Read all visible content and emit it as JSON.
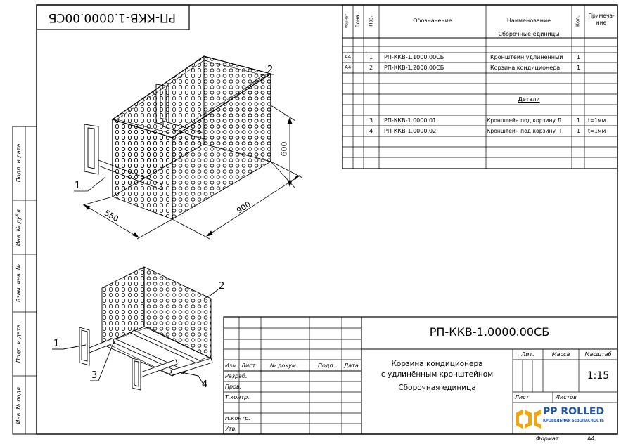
{
  "top_stamp": "РП-ККВ-1.0000.00СБ",
  "side_labels": [
    "Подп. и дата",
    "Инв. № дубл.",
    "Взам. инв. №",
    "Подп. и дата",
    "Инв. № подл."
  ],
  "spec": {
    "headers": [
      "Формат",
      "Зона",
      "Поз.",
      "Обозначение",
      "Наименование",
      "Кол.",
      "Примеча-ние"
    ],
    "section_assemblies": "Сборочные единицы",
    "section_details": "Детали",
    "rows": [
      {
        "format": "A4",
        "zone": "",
        "pos": "1",
        "designation": "РП-ККВ-1.1000.00СБ",
        "name": "Кронштейн удлиненный",
        "qty": "1",
        "note": ""
      },
      {
        "format": "A4",
        "zone": "",
        "pos": "2",
        "designation": "РП-ККВ-1.2000.00СБ",
        "name": "Корзина кондиционера",
        "qty": "1",
        "note": ""
      },
      {
        "format": "",
        "zone": "",
        "pos": "3",
        "designation": "РП-ККВ-1.0000.01",
        "name": "Кронштейн под корзину Л",
        "qty": "1",
        "note": "t=1мм"
      },
      {
        "format": "",
        "zone": "",
        "pos": "4",
        "designation": "РП-ККВ-1.0000.02",
        "name": "Кронштейн под корзину П",
        "qty": "1",
        "note": "t=1мм"
      }
    ]
  },
  "drawing": {
    "dims": {
      "width": "900",
      "depth": "550",
      "height": "600"
    },
    "callouts_top": [
      "1",
      "2"
    ],
    "callouts_bottom": [
      "1",
      "2",
      "3",
      "4"
    ]
  },
  "title_block": {
    "designation": "РП-ККВ-1.0000.00СБ",
    "name_line1": "Корзина кондиционера",
    "name_line2": "с удлинённым кронштейном",
    "name_line3": "Сборочная единица",
    "col_headers": [
      "Изм.",
      "Лист",
      "№ докум.",
      "Подп.",
      "Дата"
    ],
    "roles": [
      "Разраб.",
      "Пров.",
      "Т.контр.",
      "",
      "Н.контр.",
      "Утв."
    ],
    "lit_label": "Лит.",
    "mass_label": "Масса",
    "scale_label": "Масштаб",
    "scale": "1:15",
    "sheet_label": "Лист",
    "sheets_label": "Листов",
    "logo_main": "PP ROLLED",
    "logo_sub": "КРОВЕЛЬНАЯ БЕЗОПАСНОСТЬ",
    "logo_color": "#f2a60c",
    "logo_text_color": "#1e57a8"
  },
  "format_label": "Формат",
  "format_value": "A4"
}
